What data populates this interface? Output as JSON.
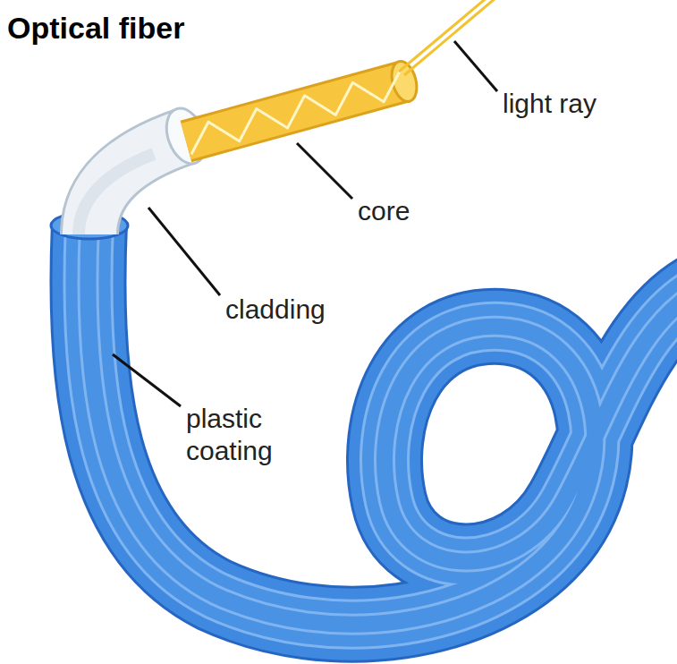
{
  "diagram": {
    "title": "Optical fiber",
    "labels": [
      "light ray",
      "core",
      "cladding",
      "plastic coating"
    ]
  }
}
